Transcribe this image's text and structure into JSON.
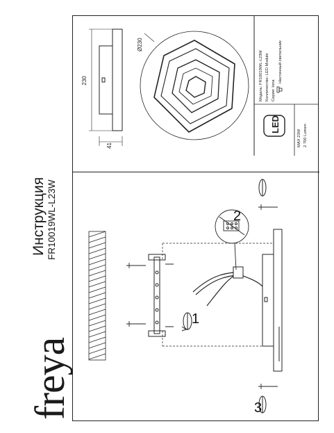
{
  "brand": "freya",
  "document": {
    "title": "Инструкция",
    "model": "FR10019WL-L23W"
  },
  "dimensions": {
    "height_label": "230",
    "depth_label": "41",
    "diameter_label": "Ø230"
  },
  "specs": {
    "model_line": "Модель: FR10019WL-L23W",
    "bulbs_line": "Колличество: LED Module",
    "series_line": "Серия: Iona",
    "type_line": "Настенный светильник",
    "led_label": "LED",
    "power_line": "MAX 23W",
    "lumen_line": "2 700 Lumen"
  },
  "steps": {
    "step1": "1",
    "step2": "2",
    "step3": "3"
  },
  "colors": {
    "ink": "#1a1a1a",
    "line": "#222222"
  }
}
